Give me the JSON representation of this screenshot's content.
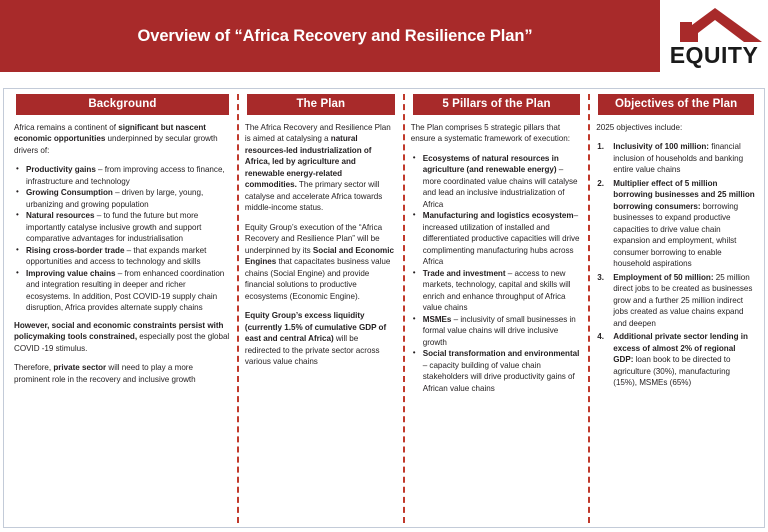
{
  "header": {
    "title": "Overview of “Africa Recovery and Resilience Plan”",
    "bar_color": "#a82a2a",
    "logo": {
      "name": "equity-logo",
      "wordmark": "EQUITY",
      "roof_color": "#a82a2a",
      "text_color": "#1a1a1a"
    }
  },
  "columns": [
    {
      "id": "background",
      "heading": "Background",
      "intro_1_a": "Africa remains a continent of ",
      "intro_1_b": "significant but nascent economic opportunities",
      "intro_1_c": " underpinned by secular growth drivers of:",
      "bullets": [
        {
          "lead": "Productivity gains",
          "rest": " – from improving access to finance, infrastructure and technology"
        },
        {
          "lead": "Growing Consumption",
          "rest": " – driven by large, young, urbanizing and growing population"
        },
        {
          "lead": "Natural resources",
          "rest": " – to fund the future but more importantly catalyse inclusive growth and support comparative advantages for industrialisation"
        },
        {
          "lead": "Rising cross-border trade",
          "rest": " – that expands market opportunities and access to technology and skills"
        },
        {
          "lead": "Improving value chains",
          "rest": "  – from enhanced coordination and integration resulting in deeper and richer ecosystems. In addition, Post COVID-19 supply chain disruption, Africa provides alternate supply chains"
        }
      ],
      "closing_1_a": "However, social and economic constraints persist with policymaking tools constrained,",
      "closing_1_b": " especially post the global COVID -19 stimulus.",
      "closing_2_a": "Therefore, ",
      "closing_2_b": "private sector",
      "closing_2_c": " will need to play a more prominent role in the recovery and inclusive growth"
    },
    {
      "id": "the-plan",
      "heading": "The Plan",
      "p1_a": "The Africa Recovery and Resilience Plan is aimed at catalysing a ",
      "p1_b": "natural resources-led industrialization of Africa, led by agriculture and renewable energy-related commodities.",
      "p1_c": " The primary sector will catalyse and accelerate Africa towards middle-income status.",
      "p2_a": "Equity Group’s execution of the “Africa Recovery and Resilience Plan” will be underpinned by its ",
      "p2_b": "Social and Economic Engines",
      "p2_c": "  that capacitates business value chains (Social Engine) and provide financial solutions to productive ecosystems (Economic Engine).",
      "p3_a": "Equity Group’s excess liquidity (currently 1.5% of cumulative GDP of east and central Africa)",
      "p3_b": " will be redirected to the private sector across various value chains"
    },
    {
      "id": "five-pillars",
      "heading": "5 Pillars of the Plan",
      "intro": "The Plan comprises 5 strategic pillars that ensure a systematic framework of execution:",
      "bullets": [
        {
          "lead": "Ecosystems of natural resources in agriculture (and renewable energy)",
          "rest": " – more coordinated value chains will catalyse and lead an inclusive industrialization of Africa"
        },
        {
          "lead": "Manufacturing and logistics ecosystem",
          "rest": "– increased utilization of installed and differentiated productive capacities will drive complimenting manufacturing hubs across Africa"
        },
        {
          "lead": "Trade and investment",
          "rest": " – access to new markets, technology, capital and skills will enrich and enhance throughput of Africa value chains"
        },
        {
          "lead": "MSMEs",
          "rest": " – inclusivity of small businesses in formal value chains will drive inclusive growth"
        },
        {
          "lead": "Social transformation and environmental",
          "rest": " – capacity building of value chain stakeholders will drive productivity gains of African value chains"
        }
      ]
    },
    {
      "id": "objectives",
      "heading": "Objectives of the Plan",
      "intro": "2025 objectives include:",
      "items": [
        {
          "lead": "Inclusivity of 100 million:",
          "rest": " financial inclusion of households and banking entire value chains"
        },
        {
          "lead": "Multiplier effect of 5 million borrowing businesses and 25 million borrowing consumers:",
          "rest": " borrowing businesses to expand productive capacities to drive value chain expansion and employment, whilst consumer borrowing to enable household aspirations"
        },
        {
          "lead": "Employment of 50 million:",
          "rest": "  25 million direct jobs to be created as businesses grow and a further 25 million indirect jobs created as value chains expand and deepen"
        },
        {
          "lead": "Additional private sector lending in excess of almost 2% of regional GDP:",
          "rest": "  loan book to be directed to agriculture (30%), manufacturing (15%), MSMEs (65%)"
        }
      ]
    }
  ]
}
